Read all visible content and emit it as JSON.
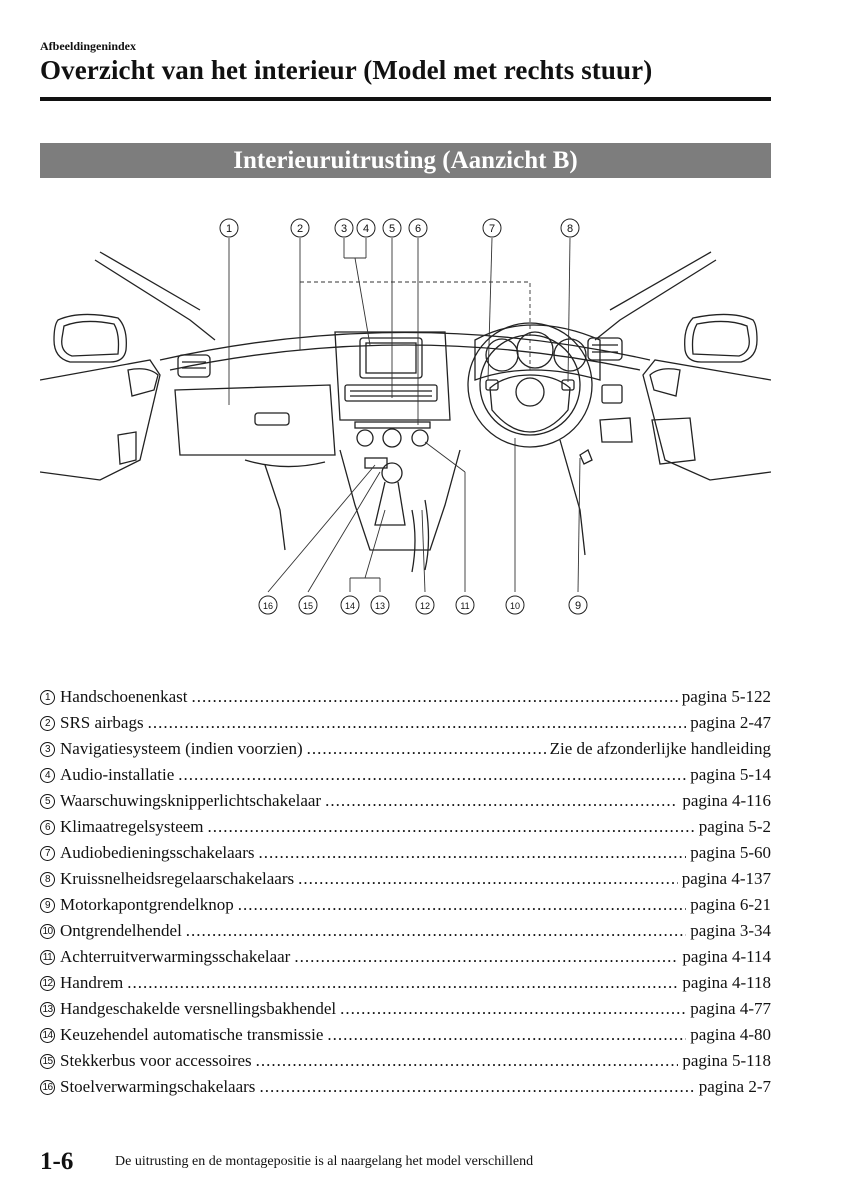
{
  "header": {
    "section_label": "Afbeeldingenindex",
    "title": "Overzicht van het interieur (Model met rechts stuur)"
  },
  "banner": {
    "title": "Interieuruitrusting (Aanzicht B)"
  },
  "figure": {
    "top_callouts": [
      "1",
      "2",
      "3",
      "4",
      "5",
      "6",
      "7",
      "8"
    ],
    "bottom_callouts": [
      "16",
      "15",
      "14",
      "13",
      "12",
      "11",
      "10",
      "9"
    ]
  },
  "index": [
    {
      "num": "1",
      "label": "Handschoenenkast",
      "page": "pagina 5-122"
    },
    {
      "num": "2",
      "label": "SRS airbags",
      "page": "pagina 2-47"
    },
    {
      "num": "3",
      "label": "Navigatiesysteem (indien voorzien)",
      "page": "Zie de afzonderlijke handleiding"
    },
    {
      "num": "4",
      "label": "Audio-installatie",
      "page": "pagina 5-14"
    },
    {
      "num": "5",
      "label": "Waarschuwingsknipperlichtschakelaar",
      "page": "pagina 4-116"
    },
    {
      "num": "6",
      "label": "Klimaatregelsysteem",
      "page": "pagina 5-2"
    },
    {
      "num": "7",
      "label": "Audiobedieningsschakelaars",
      "page": "pagina 5-60"
    },
    {
      "num": "8",
      "label": "Kruissnelheidsregelaarschakelaars",
      "page": "pagina 4-137"
    },
    {
      "num": "9",
      "label": "Motorkapontgrendelknop",
      "page": "pagina 6-21"
    },
    {
      "num": "10",
      "label": "Ontgrendelhendel",
      "page": "pagina 3-34"
    },
    {
      "num": "11",
      "label": "Achterruitverwarmingsschakelaar",
      "page": "pagina 4-114"
    },
    {
      "num": "12",
      "label": "Handrem",
      "page": "pagina 4-118"
    },
    {
      "num": "13",
      "label": "Handgeschakelde versnellingsbakhendel",
      "page": "pagina 4-77"
    },
    {
      "num": "14",
      "label": "Keuzehendel automatische transmissie",
      "page": "pagina 4-80"
    },
    {
      "num": "15",
      "label": "Stekkerbus voor accessoires",
      "page": "pagina 5-118"
    },
    {
      "num": "16",
      "label": "Stoelverwarmingschakelaars",
      "page": "pagina 2-7"
    }
  ],
  "footer": {
    "page_number": "1-6",
    "note": "De uitrusting en de montagepositie is al naargelang het model verschillend"
  }
}
